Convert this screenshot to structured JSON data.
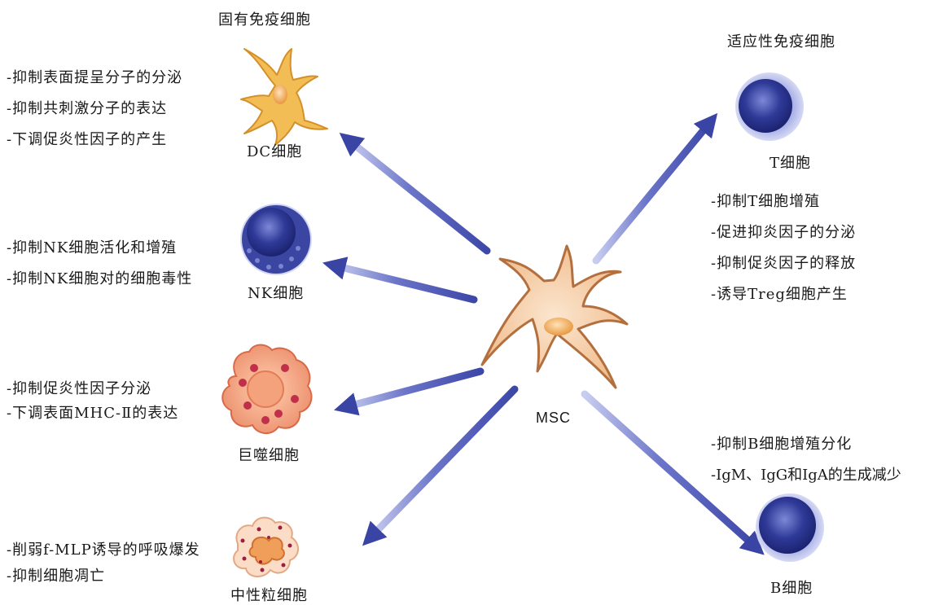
{
  "groups": {
    "innate": "固有免疫细胞",
    "adaptive": "适应性免疫细胞"
  },
  "center": {
    "label": "MSC"
  },
  "cells": {
    "dc": {
      "label": "DC细胞",
      "effects": [
        "-抑制表面提呈分子的分泌",
        "-抑制共刺激分子的表达",
        "-下调促炎性因子的产生"
      ]
    },
    "nk": {
      "label": "NK细胞",
      "effects": [
        "-抑制NK细胞活化和增殖",
        "-抑制NK细胞对的细胞毒性"
      ]
    },
    "macrophage": {
      "label": "巨噬细胞",
      "effects": [
        "-抑制促炎性因子分泌",
        "-下调表面MHC-Ⅱ的表达"
      ]
    },
    "neutrophil": {
      "label": "中性粒细胞",
      "effects": [
        "-削弱f-MLP诱导的呼吸爆发",
        "-抑制细胞凋亡"
      ]
    },
    "t": {
      "label": "T细胞",
      "effects": [
        "-抑制T细胞增殖",
        "-促进抑炎因子的分泌",
        "-抑制促炎因子的释放",
        "-诱导Treg细胞产生"
      ]
    },
    "b": {
      "label": "B细胞",
      "effects": [
        "-抑制B细胞增殖分化",
        "-IgM、IgG和IgA的生成减少"
      ]
    }
  },
  "colors": {
    "arrow": "#5560b8",
    "lymphocyte": "#2a3590",
    "msc_body": "#f3c9a2",
    "dc_body": "#f2b84b",
    "macrophage_body": "#ef9a78",
    "granule": "#c0304a"
  }
}
